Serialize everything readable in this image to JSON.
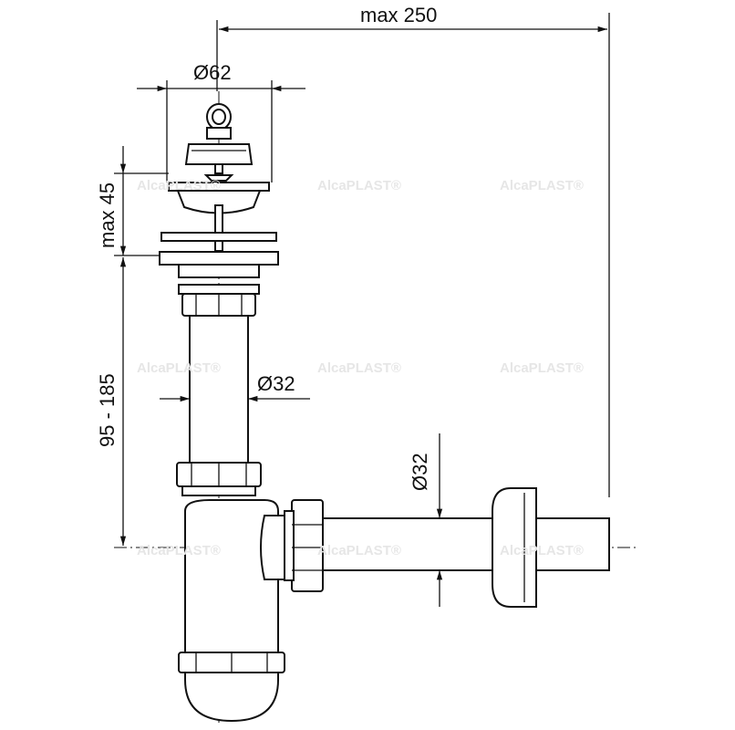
{
  "drawing": {
    "watermark": "AlcaPLAST®",
    "dimensions": {
      "overall_length": "max 250",
      "flange_diameter": "Ø62",
      "plug_height": "max 45",
      "height_range": "95 - 185",
      "tube_diameter": "Ø32",
      "outlet_diameter": "Ø32"
    },
    "colors": {
      "line": "#111111",
      "watermark": "#ebebeb"
    }
  }
}
